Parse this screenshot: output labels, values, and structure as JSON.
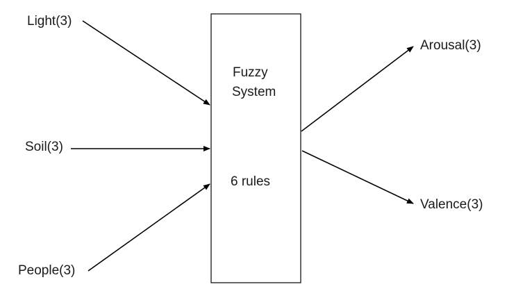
{
  "inputs": [
    {
      "label": "Light(3)"
    },
    {
      "label": "Soil(3)"
    },
    {
      "label": "People(3)"
    }
  ],
  "system": {
    "title_line1": "Fuzzy",
    "title_line2": "System",
    "rules": "6 rules"
  },
  "outputs": [
    {
      "label": "Arousal(3)"
    },
    {
      "label": "Valence(3)"
    }
  ],
  "colors": {
    "stroke": "#000000",
    "text": "#1a1a1a",
    "background": "#ffffff"
  }
}
